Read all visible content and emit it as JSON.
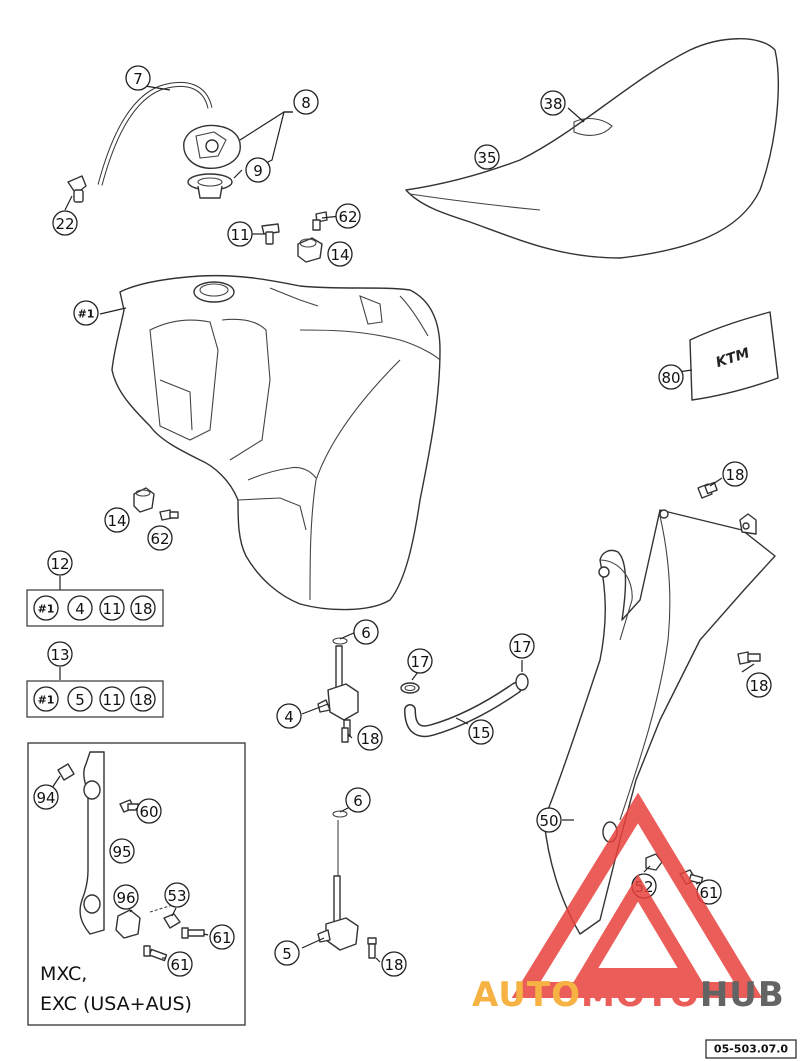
{
  "diagram": {
    "reference_code": "05-503.07.0",
    "inset_caption": [
      "MXC,",
      "EXC (USA+AUS)"
    ],
    "logo_text": "KTM",
    "watermark": {
      "text_part1": "AUTO",
      "text_part2": "MOTO",
      "text_part3": "HUB",
      "color_red": "#e8413b",
      "color_orange": "#f5a623",
      "color_gray": "#4a4a4a"
    },
    "callouts": [
      {
        "id": "c7",
        "label": "7"
      },
      {
        "id": "c8",
        "label": "8"
      },
      {
        "id": "c9",
        "label": "9"
      },
      {
        "id": "c22",
        "label": "22"
      },
      {
        "id": "c11a",
        "label": "11"
      },
      {
        "id": "c62a",
        "label": "62"
      },
      {
        "id": "c14a",
        "label": "14"
      },
      {
        "id": "c38",
        "label": "38"
      },
      {
        "id": "c35",
        "label": "35"
      },
      {
        "id": "c1",
        "label": "#1"
      },
      {
        "id": "c80",
        "label": "80"
      },
      {
        "id": "c18a",
        "label": "18"
      },
      {
        "id": "c14b",
        "label": "14"
      },
      {
        "id": "c62b",
        "label": "62"
      },
      {
        "id": "c12",
        "label": "12"
      },
      {
        "id": "c13",
        "label": "13"
      },
      {
        "id": "c6a",
        "label": "6"
      },
      {
        "id": "c17a",
        "label": "17"
      },
      {
        "id": "c17b",
        "label": "17"
      },
      {
        "id": "c18b",
        "label": "18"
      },
      {
        "id": "c4",
        "label": "4"
      },
      {
        "id": "c18c",
        "label": "18"
      },
      {
        "id": "c15",
        "label": "15"
      },
      {
        "id": "c94",
        "label": "94"
      },
      {
        "id": "c60",
        "label": "60"
      },
      {
        "id": "c95",
        "label": "95"
      },
      {
        "id": "c96",
        "label": "96"
      },
      {
        "id": "c53",
        "label": "53"
      },
      {
        "id": "c61a",
        "label": "61"
      },
      {
        "id": "c61b",
        "label": "61"
      },
      {
        "id": "c6b",
        "label": "6"
      },
      {
        "id": "c50",
        "label": "50"
      },
      {
        "id": "c52",
        "label": "52"
      },
      {
        "id": "c61c",
        "label": "61"
      },
      {
        "id": "c5",
        "label": "5"
      },
      {
        "id": "c18d",
        "label": "18"
      }
    ],
    "kits": [
      {
        "id": "kit12",
        "items": [
          "#1",
          "4",
          "11",
          "18"
        ]
      },
      {
        "id": "kit13",
        "items": [
          "#1",
          "5",
          "11",
          "18"
        ]
      }
    ]
  }
}
